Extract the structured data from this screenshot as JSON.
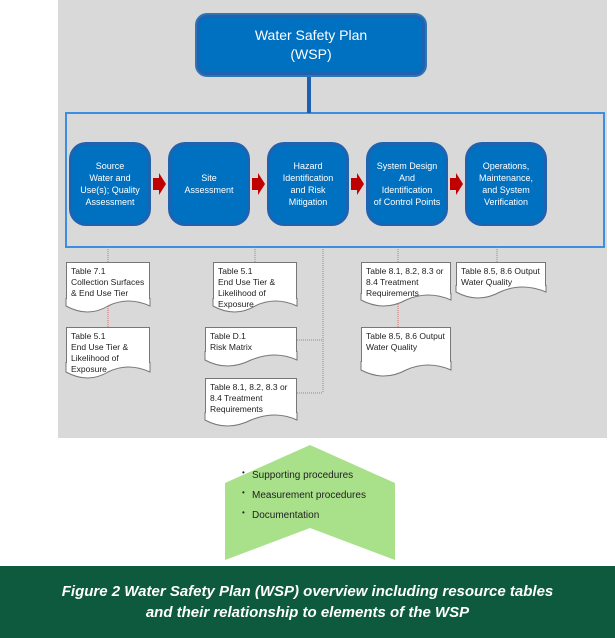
{
  "wsp": {
    "title": "Water Safety Plan\n(WSP)"
  },
  "stages": [
    {
      "label": "Source\nWater and\nUse(s); Quality\nAssessment"
    },
    {
      "label": "Site\nAssessment"
    },
    {
      "label": "Hazard\nIdentification\nand Risk\nMitigation"
    },
    {
      "label": "System Design\nAnd\nIdentification\nof Control Points"
    },
    {
      "label": "Operations,\nMaintenance,\nand System\nVerification"
    }
  ],
  "tables": {
    "t71": "Table 7.1\nCollection Surfaces\n& End Use Tier",
    "t51a": "Table 5.1\nEnd Use Tier &\nLikelihood of\nExposure",
    "t51b": "Table 5.1\nEnd Use Tier &\nLikelihood of\nExposure",
    "tD1": "Table D.1\nRisk Matrix",
    "t81a": "Table 8.1, 8.2, 8.3 or\n8.4 Treatment\nRequirements",
    "t81b": "Table 8.1, 8.2, 8.3 or\n8.4 Treatment\nRequirements",
    "t85a": "Table 8.5, 8.6 Output\nWater Quality",
    "t85b": "Table 8.5, 8.6 Output\nWater Quality"
  },
  "resources": [
    "Supporting procedures",
    "Measurement procedures",
    "Documentation"
  ],
  "caption": {
    "line1": "Figure 2 Water Safety Plan (WSP) overview including resource tables",
    "line2": "and their relationship to elements of the WSP"
  },
  "colors": {
    "stage_fill": "#0070c0",
    "frame": "#3b8ee0",
    "arrow": "#c00000",
    "chevron": "#a9e08a",
    "banner": "#0e5a3f"
  }
}
